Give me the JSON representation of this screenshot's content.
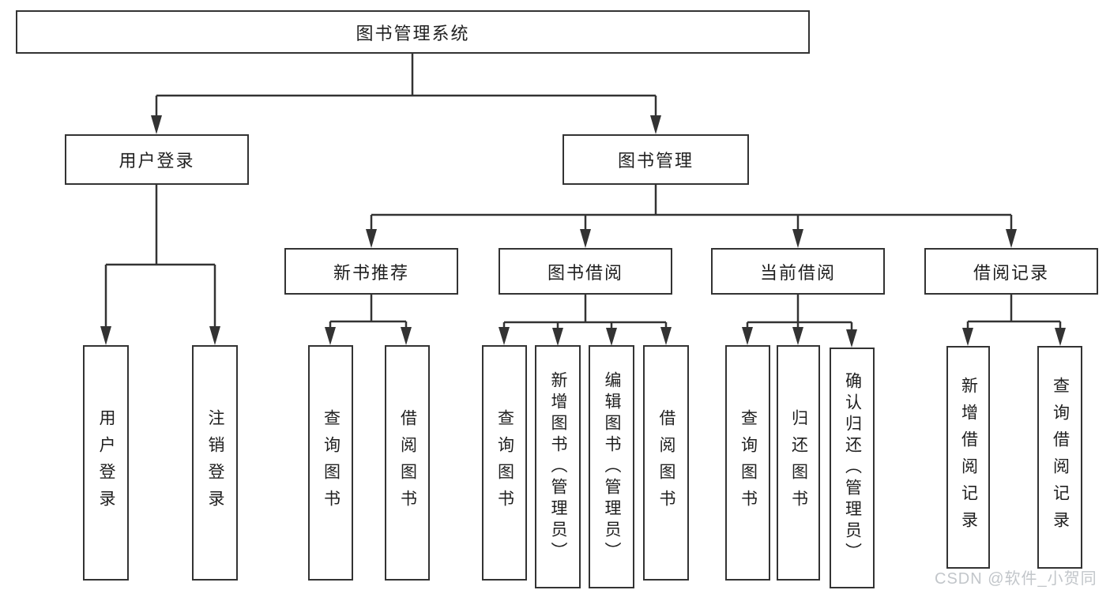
{
  "title": "图书管理系统",
  "colors": {
    "line": "#333333",
    "text": "#1f1f1f",
    "box_background": "#ffffff",
    "watermark": "#c2c6ca",
    "background": "#ffffff"
  },
  "watermark": {
    "text": "CSDN @软件_小贺同学"
  },
  "tree": {
    "root": {
      "label": "图书管理系统"
    },
    "level2": [
      {
        "label": "用户登录"
      },
      {
        "label": "图书管理"
      }
    ],
    "level3": [
      {
        "label": "新书推荐",
        "parent": "图书管理"
      },
      {
        "label": "图书借阅",
        "parent": "图书管理"
      },
      {
        "label": "当前借阅",
        "parent": "图书管理"
      },
      {
        "label": "借阅记录",
        "parent": "图书管理"
      }
    ],
    "leaves": [
      {
        "label": "用户登录",
        "parent": "用户登录"
      },
      {
        "label": "注销登录",
        "parent": "用户登录"
      },
      {
        "label": "查询图书",
        "parent": "新书推荐"
      },
      {
        "label": "借阅图书",
        "parent": "新书推荐"
      },
      {
        "label": "查询图书",
        "parent": "图书借阅"
      },
      {
        "label": "新增图书（管理员）",
        "parent": "图书借阅"
      },
      {
        "label": "编辑图书（管理员）",
        "parent": "图书借阅"
      },
      {
        "label": "借阅图书",
        "parent": "图书借阅"
      },
      {
        "label": "查询图书",
        "parent": "当前借阅"
      },
      {
        "label": "归还图书",
        "parent": "当前借阅"
      },
      {
        "label": "确认归还（管理员）",
        "parent": "当前借阅"
      },
      {
        "label": "新增借阅记录",
        "parent": "借阅记录"
      },
      {
        "label": "查询借阅记录",
        "parent": "借阅记录"
      }
    ]
  }
}
